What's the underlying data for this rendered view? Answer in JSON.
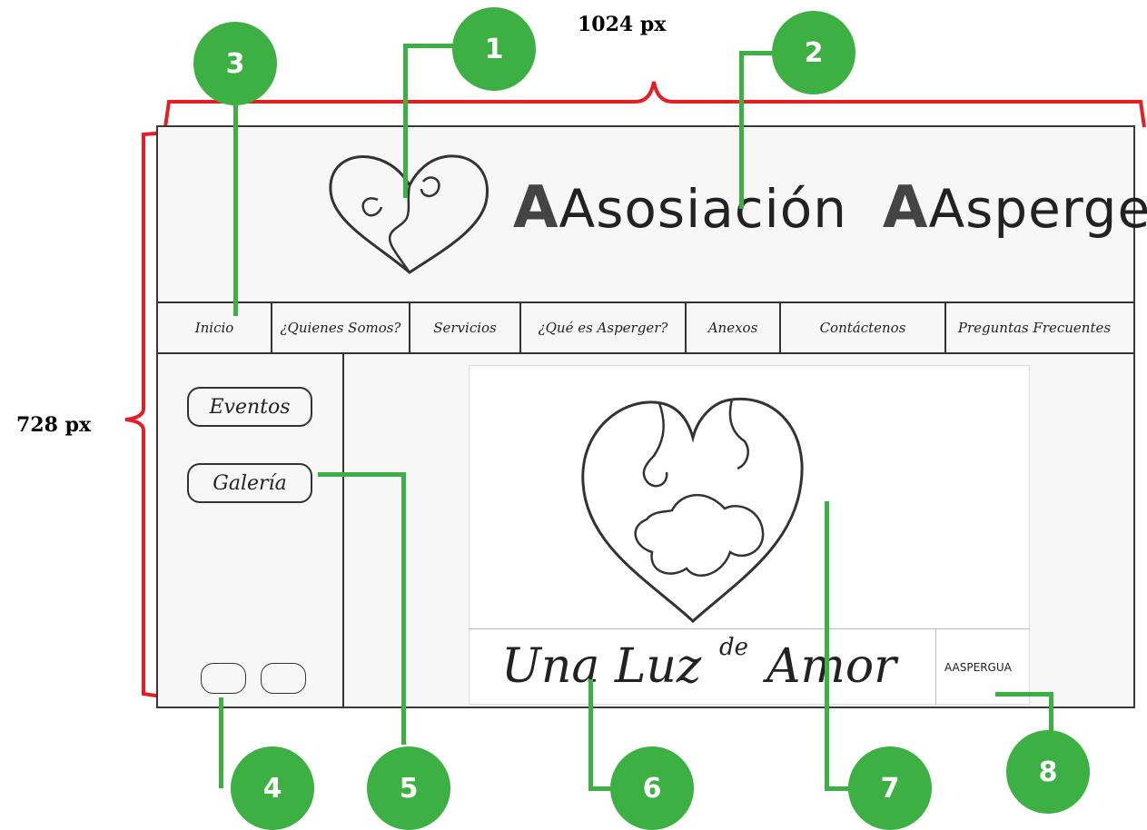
{
  "dimensions": {
    "width_label": "1024 px",
    "height_label": "728 px"
  },
  "header": {
    "title_part1": "Asosiación",
    "title_part2": "Asperger"
  },
  "nav": [
    {
      "label": "Inicio"
    },
    {
      "label": "¿Quienes Somos?"
    },
    {
      "label": "Servicios"
    },
    {
      "label": "¿Qué es Asperger?"
    },
    {
      "label": "Anexos"
    },
    {
      "label": "Contáctenos"
    },
    {
      "label": "Preguntas Frecuentes"
    }
  ],
  "sidebar": {
    "buttons": [
      {
        "label": "Eventos"
      },
      {
        "label": "Galería"
      }
    ]
  },
  "banner": {
    "slogan_a": "Una Luz",
    "slogan_b": "de",
    "slogan_c": "Amor",
    "brand": "AASPERGUA"
  },
  "annotations": [
    "1",
    "2",
    "3",
    "4",
    "5",
    "6",
    "7",
    "8"
  ],
  "colors": {
    "annotation": "#3cb043",
    "dimension_bracket": "#e31e24"
  }
}
